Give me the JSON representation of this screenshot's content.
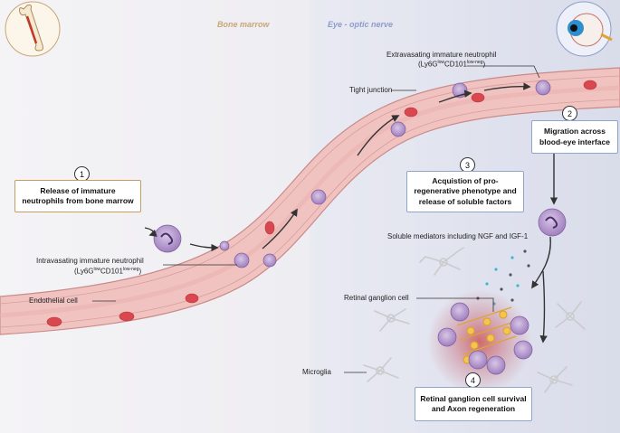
{
  "regions": {
    "bone_marrow": "Bone marrow",
    "eye": "Eye - optic nerve"
  },
  "steps": [
    {
      "num": "1",
      "text": "Release of immature neutrophils from bone marrow"
    },
    {
      "num": "2",
      "text": "Migration across blood-eye interface"
    },
    {
      "num": "3",
      "text": "Acquistion of pro-regenerative phenotype and release of soluble factors"
    },
    {
      "num": "4",
      "text": "Retinal ganglion cell survival and Axon regeneration"
    }
  ],
  "labels": {
    "extravasating_title": "Extravasating immature neutrophil",
    "extravasating_marker_prefix": "(Ly6G",
    "extravasating_sup1": "low",
    "extravasating_mid": "CD101",
    "extravasating_sup2": "low-neg",
    "extravasating_suffix": ")",
    "intravasating_title": "Intravasating immature  neutrophil",
    "intravasating_marker_prefix": "(Ly6G",
    "intravasating_sup1": "low",
    "intravasating_mid": "CD101",
    "intravasating_sup2": "low-neg",
    "intravasating_suffix": ")",
    "tight_junction": "Tight junction",
    "endothelial": "Endothelial cell",
    "soluble": "Soluble mediators including NGF and IGF-1",
    "rgc": "Retinal ganglion cell",
    "microglia": "Microglia"
  },
  "colors": {
    "bone_marrow": "#c8a678",
    "eye": "#8d9cc9",
    "vessel": "#f2c7c4",
    "rbc": "#d9474f",
    "neutrophil": "#b89dd0"
  }
}
